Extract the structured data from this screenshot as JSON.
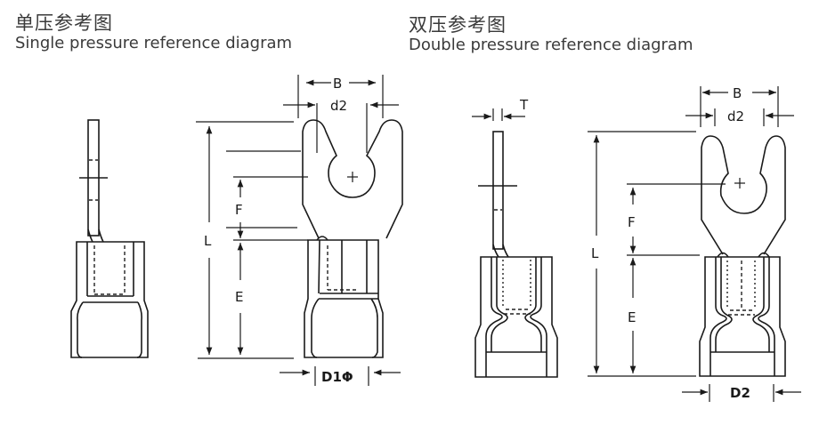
{
  "single": {
    "title_cn": "单压参考图",
    "title_en": "Single pressure reference diagram",
    "labels": {
      "B": "B",
      "d2": "d2",
      "F": "F",
      "L": "L",
      "E": "E",
      "D1": "D1Φ"
    }
  },
  "double": {
    "title_cn": "双压参考图",
    "title_en": "Double pressure reference diagram",
    "labels": {
      "T": "T",
      "B": "B",
      "d2": "d2",
      "F": "F",
      "L": "L",
      "E": "E",
      "D2": "D2"
    }
  },
  "colors": {
    "line": "#1a1a1a",
    "text": "#3a3a3a",
    "background": "#ffffff"
  }
}
